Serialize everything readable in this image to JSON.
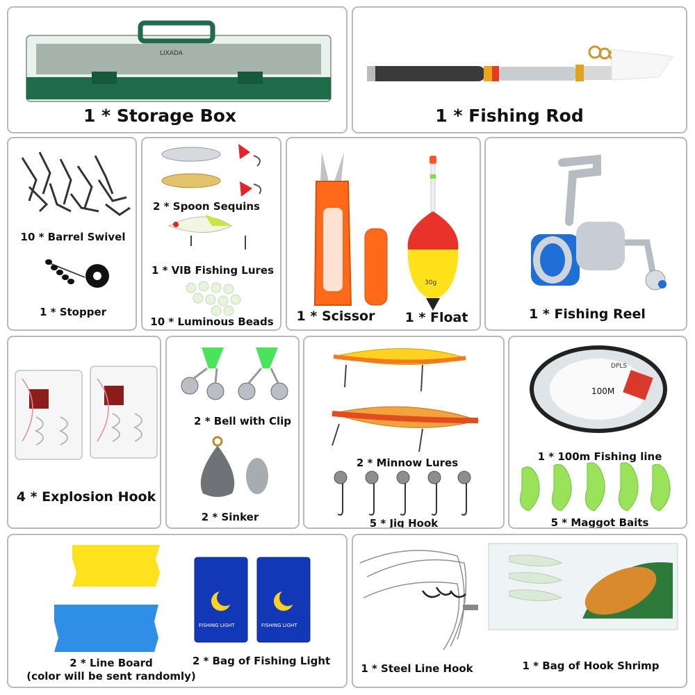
{
  "labels": {
    "storage_box": "1 * Storage Box",
    "fishing_rod": "1 * Fishing Rod",
    "barrel_swivel": "10 * Barrel Swivel",
    "stopper": "1 * Stopper",
    "spoon_sequins": "2 * Spoon Sequins",
    "vib_lures": "1 * VIB Fishing Lures",
    "luminous_beads": "10 * Luminous Beads",
    "scissor": "1 * Scissor",
    "float": "1 * Float",
    "fishing_reel": "1 * Fishing Reel",
    "explosion_hook": "4 * Explosion Hook",
    "bell_clip": "2 * Bell with Clip",
    "sinker": "2 * Sinker",
    "minnow_lures": "2 * Minnow Lures",
    "jig_hook": "5 * Jig Hook",
    "fishing_line": "1 * 100m Fishing line",
    "maggot_baits": "5 * Maggot Baits",
    "line_board": "2 * Line Board",
    "line_board_note": "(color will be sent randomly)",
    "fishing_light": "2 * Bag of Fishing Light",
    "steel_line_hook": "1 * Steel Line Hook",
    "hook_shrimp": "1 * Bag of Hook Shrimp"
  },
  "product_print": {
    "box_brand": "LIXADA",
    "float_weight": "30g",
    "line_spool_text": "100M",
    "line_brand": "DPLS",
    "light_text": "FISHING LIGHT"
  },
  "colors": {
    "border": "#b9b9b9",
    "box_green": "#1f6b4a",
    "scissor_orange": "#ff6a1a",
    "float_red": "#e8322a",
    "float_yellow": "#ffe21a",
    "reel_blue": "#1f6fd6",
    "bell_green": "#4be35c",
    "lure_yellow": "#ffd21f",
    "maggot_green": "#9be25b",
    "board_yellow": "#ffe21c",
    "board_blue": "#2f8ee6"
  }
}
